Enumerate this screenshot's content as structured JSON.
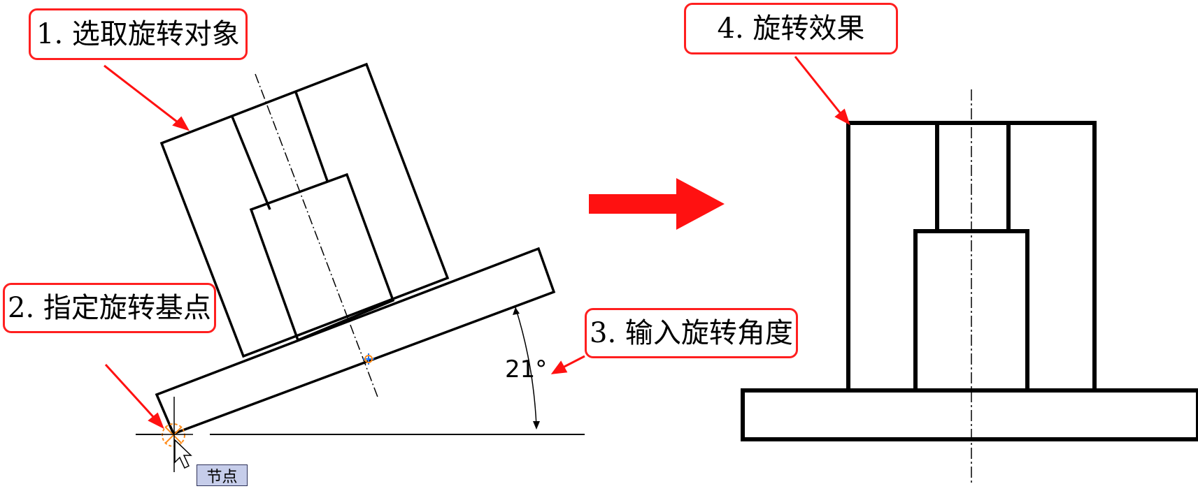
{
  "callouts": {
    "step1": "1. 选取旋转对象",
    "step2": "2. 指定旋转基点",
    "step3": "3. 输入旋转角度",
    "step4": "4. 旋转效果"
  },
  "angle_label": "21°",
  "tooltip": "节点",
  "colors": {
    "callout_border": "#ff1f1f",
    "arrow": "#ff1111",
    "line": "#000000",
    "snap_marker": "#ff8c1a",
    "tooltip_bg": "#c6cdea"
  },
  "rotation_angle_deg": 21
}
